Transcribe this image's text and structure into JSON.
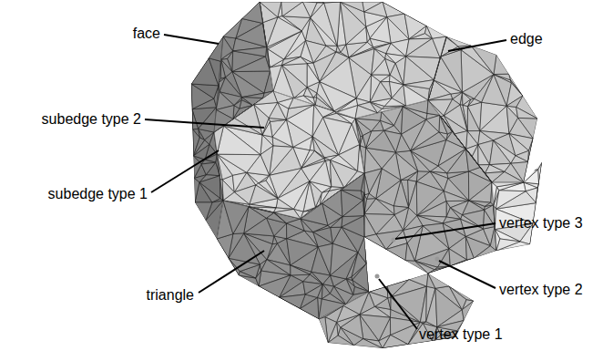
{
  "diagram": {
    "labels": [
      "face",
      "edge",
      "subedge type 2",
      "subedge type 1",
      "vertex type 3",
      "triangle",
      "vertex type 2",
      "vertex type 1"
    ]
  }
}
